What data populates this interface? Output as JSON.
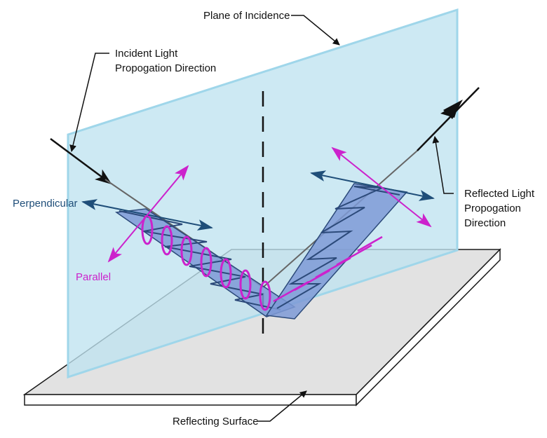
{
  "labels": {
    "plane_of_incidence": "Plane of Incidence",
    "incident_line1": "Incident Light",
    "incident_line2": "Propogation Direction",
    "perpendicular": "Perpendicular",
    "parallel": "Parallel",
    "reflected_line1": "Reflected Light",
    "reflected_line2": "Propogation",
    "reflected_line3": "Direction",
    "reflecting_surface": "Reflecting Surface"
  },
  "colors": {
    "plane_fill": "#bfe3f0",
    "plane_edge": "#9fd6ea",
    "surface_top": "#e2e2e2",
    "surface_edge": "#1a1a1a",
    "ribbon_fill": "#7e9ad6",
    "ribbon_stroke": "#2c4a7a",
    "perpendicular": "#1f4e79",
    "parallel": "#cc22cc",
    "ray": "#111111",
    "label_text": "#111111"
  }
}
